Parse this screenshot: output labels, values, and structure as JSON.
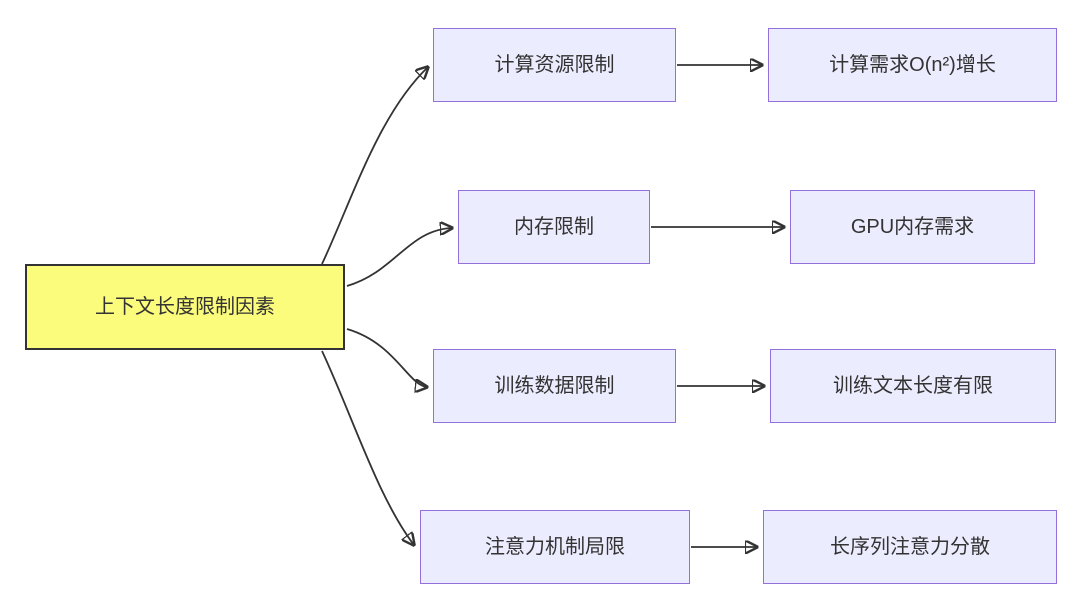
{
  "diagram": {
    "type": "flowchart",
    "root": {
      "label": "上下文长度限制因素"
    },
    "branches": [
      {
        "cause": "计算资源限制",
        "effect": "计算需求O(n²)增长"
      },
      {
        "cause": "内存限制",
        "effect": "GPU内存需求"
      },
      {
        "cause": "训练数据限制",
        "effect": "训练文本长度有限"
      },
      {
        "cause": "注意力机制局限",
        "effect": "长序列注意力分散"
      }
    ],
    "colors": {
      "root_fill": "#fcfc7c",
      "root_border": "#333333",
      "node_fill": "#ececff",
      "node_border": "#9370db",
      "edge": "#333333"
    }
  }
}
